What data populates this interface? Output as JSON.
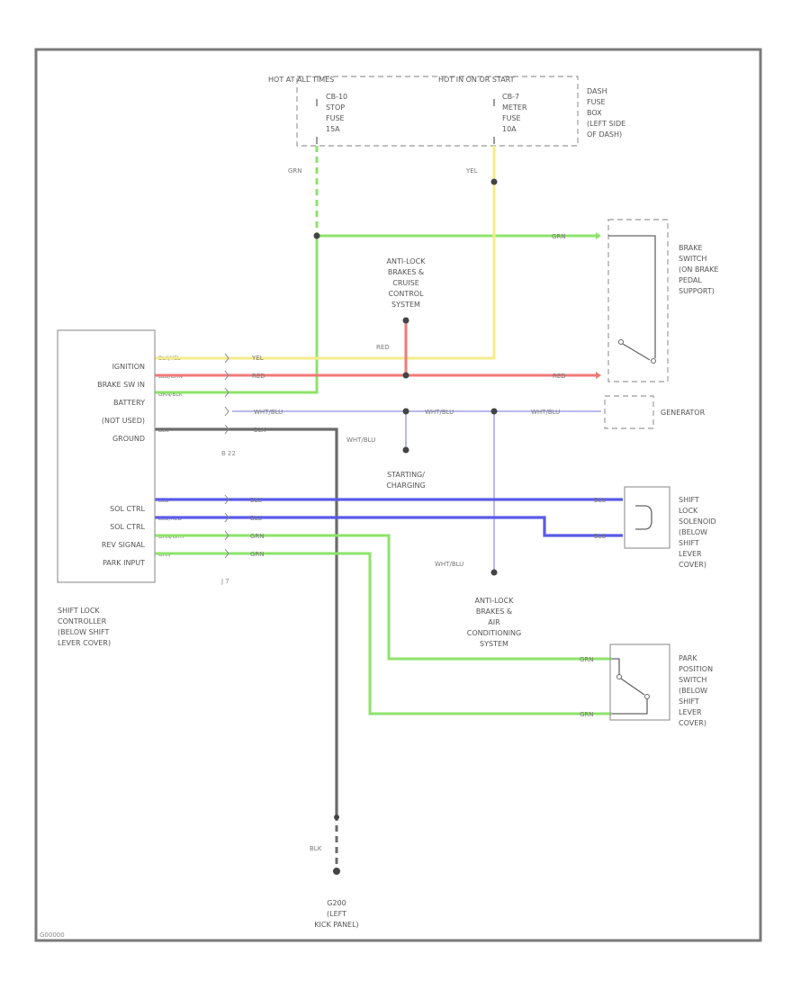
{
  "fuse_box": {
    "hot_at_all_times": "HOT AT ALL TIMES",
    "hot_in_on_or_start": "HOT IN ON OR START",
    "fuse1": [
      "CB-10",
      "STOP",
      "FUSE",
      "15A"
    ],
    "fuse2": [
      "CB-7",
      "METER",
      "FUSE",
      "10A"
    ],
    "label": [
      "DASH",
      "FUSE",
      "BOX",
      "(LEFT SIDE",
      "OF DASH)"
    ]
  },
  "wires": {
    "grn": "GRN",
    "yel": "YEL",
    "red": "RED",
    "blu": "BLU",
    "blk": "BLK",
    "wht_blu": "WHT/BLU"
  },
  "controller": {
    "pins": [
      "IGNITION",
      "BRAKE SW IN",
      "BATTERY",
      "(NOT USED)",
      "GROUND",
      "SOL CTRL",
      "SOL CTRL",
      "REV SIGNAL",
      "PARK INPUT"
    ],
    "pin_wires": [
      "BLK/YEL",
      "BLU/GRN",
      "GRN/BLK",
      "BLK",
      "BLU",
      "BLU/RED",
      "GRN/WHT",
      "GRN"
    ],
    "label": [
      "SHIFT LOCK",
      "CONTROLLER",
      "(BELOW SHIFT",
      "LEVER COVER)"
    ],
    "connector1": "B 22",
    "connector2": "J 7"
  },
  "components": {
    "abs_cruise": [
      "ANTI-LOCK",
      "BRAKES &",
      "CRUISE",
      "CONTROL",
      "SYSTEM"
    ],
    "brake_switch": [
      "BRAKE",
      "SWITCH",
      "(ON BRAKE",
      "PEDAL",
      "SUPPORT)"
    ],
    "generator": "GENERATOR",
    "starting_charging": [
      "STARTING/",
      "CHARGING"
    ],
    "solenoid": [
      "SHIFT",
      "LOCK",
      "SOLENOID",
      "(BELOW",
      "SHIFT",
      "LEVER",
      "COVER)"
    ],
    "abs_ac": [
      "ANTI-LOCK",
      "BRAKES &",
      "AIR",
      "CONDITIONING",
      "SYSTEM"
    ],
    "park_switch": [
      "PARK",
      "POSITION",
      "SWITCH",
      "(BELOW",
      "SHIFT",
      "LEVER",
      "COVER)"
    ],
    "ground": [
      "G200",
      "(LEFT",
      "KICK PANEL)"
    ]
  },
  "footer_code": "G00000"
}
